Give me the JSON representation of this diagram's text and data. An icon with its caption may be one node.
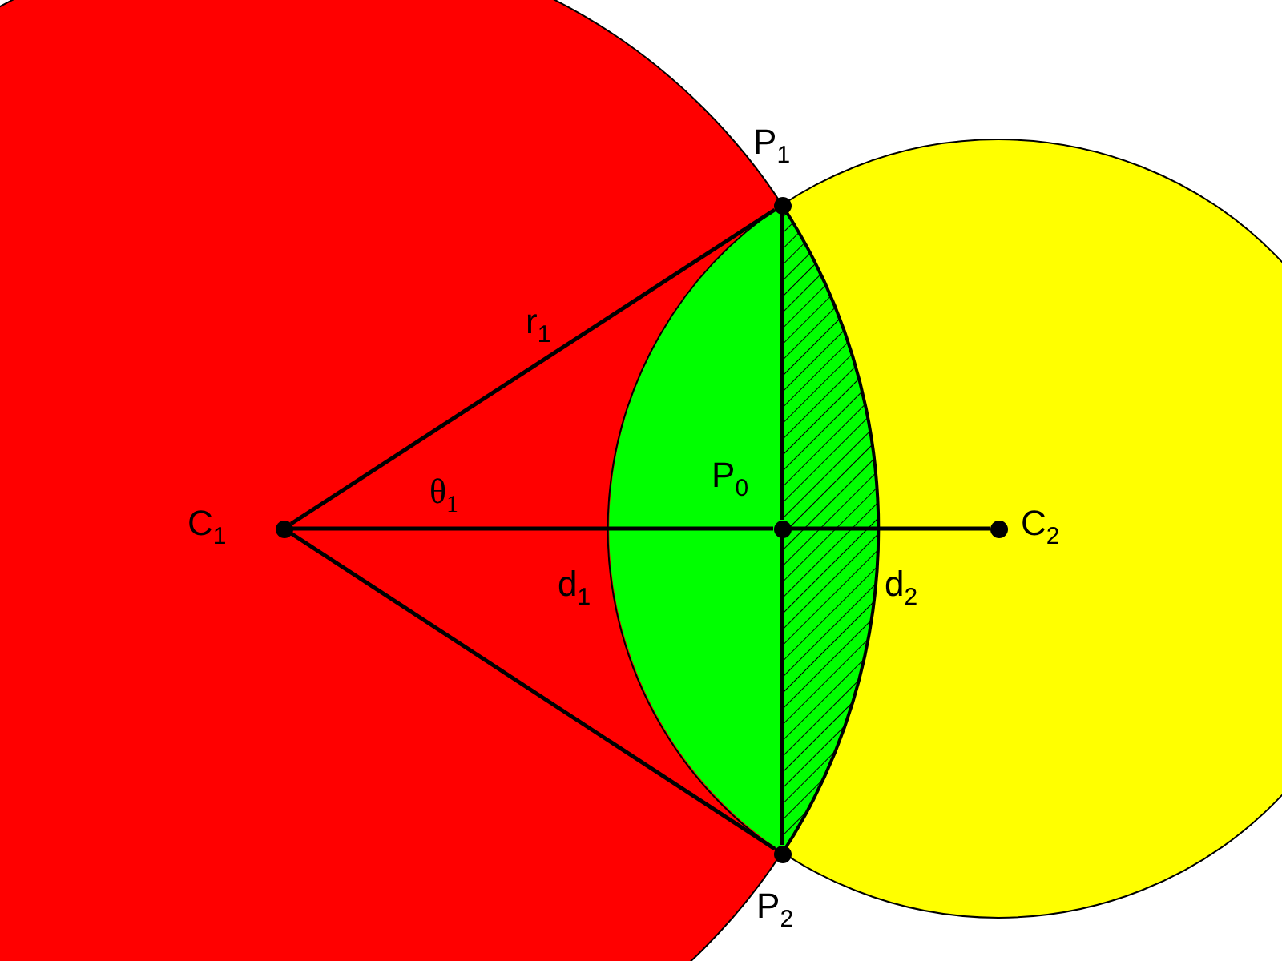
{
  "diagram": {
    "nodes": [
      {
        "text": [],
        "shape": "circle",
        "beside": [
          "C$_{1}$"
        ]
      },
      {
        "text": [],
        "shape": "circle",
        "beside": [
          "P$_{1}$"
        ]
      },
      {
        "text": [],
        "shape": "circle",
        "beside": [
          "P$_{0}$"
        ]
      },
      {
        "text": [],
        "shape": "circle",
        "beside": [
          "P$_{2}$"
        ]
      },
      {
        "text": [],
        "shape": "circle",
        "beside": [
          "C$_{2}$"
        ]
      }
    ],
    "edges": [
      {
        "from": 0,
        "to": 1,
        "arrow": "none",
        "label": "r$_{1}$"
      },
      {
        "from": 0,
        "to": 3,
        "arrow": "none"
      },
      {
        "from": 0,
        "to": 2,
        "arrow": "none"
      },
      {
        "from": 2,
        "to": 4,
        "arrow": "none"
      },
      {
        "from": 1,
        "to": 2,
        "arrow": "none"
      },
      {
        "from": 2,
        "to": 3,
        "arrow": "none"
      }
    ],
    "labels": [
      "θ$_{1}$",
      "d$_{1}$",
      "d$_{2}$"
    ]
  }
}
